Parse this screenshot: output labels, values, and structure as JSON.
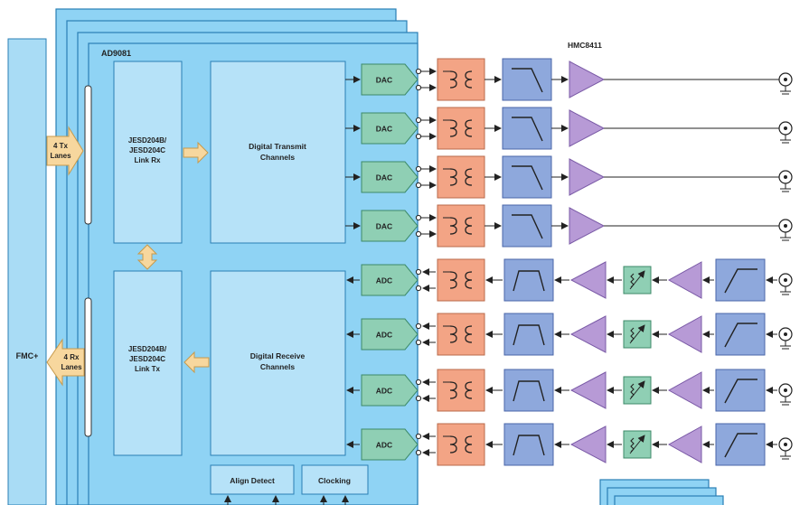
{
  "chip_label": "AD9081",
  "amp_label": "HMC8411",
  "fmc_label": "FMC+",
  "tx_lanes": {
    "line1": "4 Tx",
    "line2": "Lanes"
  },
  "rx_lanes": {
    "line1": "4 Rx",
    "line2": "Lanes"
  },
  "jesd_rx": {
    "line1": "JESD204B/",
    "line2": "JESD204C",
    "line3": "Link Rx"
  },
  "jesd_tx": {
    "line1": "JESD204B/",
    "line2": "JESD204C",
    "line3": "Link Tx"
  },
  "tx_channels": {
    "line1": "Digital Transmit",
    "line2": "Channels"
  },
  "rx_channels": {
    "line1": "Digital Receive",
    "line2": "Channels"
  },
  "dac_labels": [
    "DAC",
    "DAC",
    "DAC",
    "DAC"
  ],
  "adc_labels": [
    "ADC",
    "ADC",
    "ADC",
    "ADC"
  ],
  "align_detect": "Align Detect",
  "clocking": "Clocking",
  "colors": {
    "board": "#8fd3f4",
    "board_stroke": "#2a7fb5",
    "fmc": "#a9dcf5",
    "block": "#b6e2f8",
    "converter": "#8fcfb4",
    "balun": "#f3a485",
    "filter": "#8ea8dc",
    "amp": "#b79ad6",
    "attenuator": "#8fcfb4",
    "lanes": "#f7d79e",
    "line": "#222222"
  }
}
